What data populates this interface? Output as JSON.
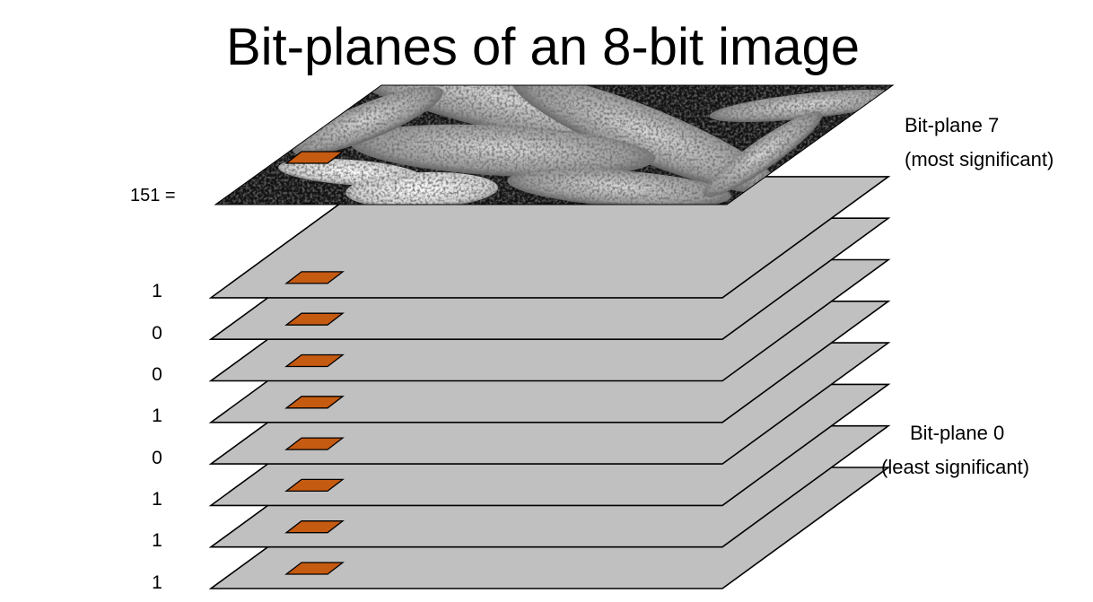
{
  "title": "Bit-planes of an 8-bit image",
  "pixel_value_label": "151 =",
  "bits": [
    "1",
    "0",
    "0",
    "1",
    "0",
    "1",
    "1",
    "1"
  ],
  "top_plane": {
    "line1": "Bit-plane 7",
    "line2": "(most significant)"
  },
  "bottom_plane": {
    "line1": "Bit-plane 0",
    "line2": "(least significant)"
  },
  "colors": {
    "plane_fill": "#c0c0c0",
    "pixel_fill": "#c55a11",
    "outline": "#000000"
  },
  "image_icon": "grayscale-flower-image"
}
